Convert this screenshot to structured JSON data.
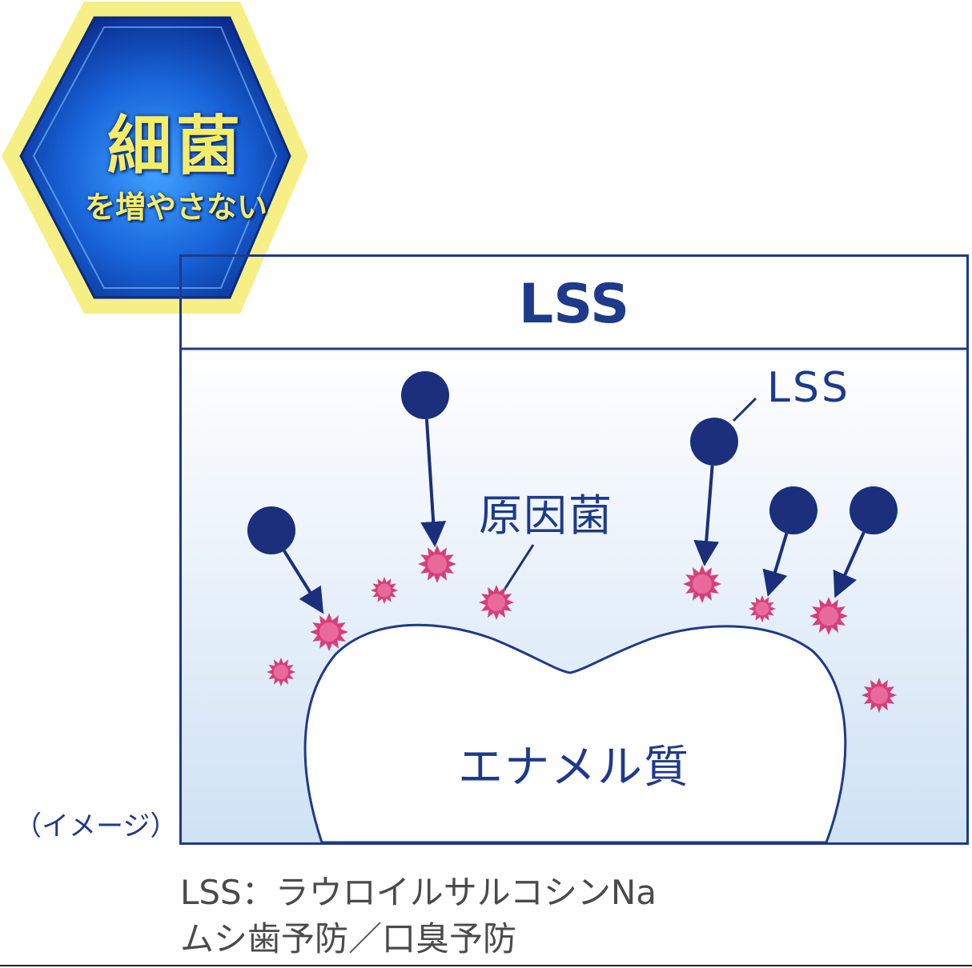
{
  "badge": {
    "title": "細菌",
    "subtitle": "を増やさない"
  },
  "panel": {
    "header": "LSS"
  },
  "labels": {
    "lss": "LSS",
    "bacteria": "原因菌",
    "enamel": "エナメル質"
  },
  "note": "（イメージ）",
  "footer": {
    "line1": "LSS：ラウロイルサルコシンNa",
    "line2": "ムシ歯予防／口臭予防"
  },
  "colors": {
    "navy": "#1f3a8a",
    "molecule": "#1b2f7c",
    "bacteria": "#d63f7a",
    "badge_text": "#f4ec6a",
    "badge_rim": "#f6ef86"
  }
}
